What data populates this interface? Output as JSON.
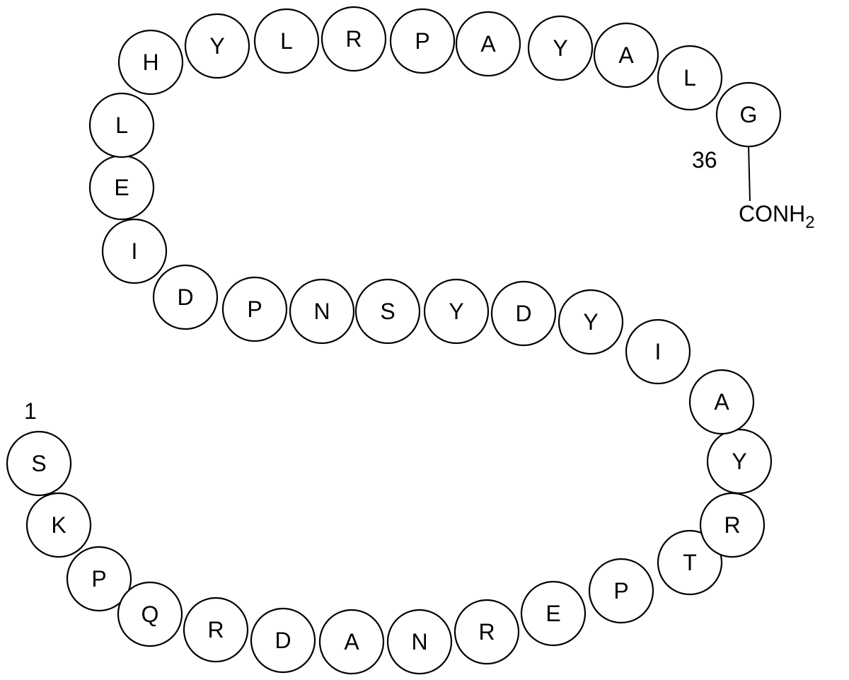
{
  "peptide": {
    "sequence": [
      "S",
      "K",
      "P",
      "Q",
      "R",
      "D",
      "A",
      "N",
      "R",
      "E",
      "P",
      "T",
      "R",
      "Y",
      "A",
      "I",
      "Y",
      "D",
      "Y",
      "S",
      "N",
      "P",
      "D",
      "I",
      "E",
      "L",
      "H",
      "Y",
      "L",
      "R",
      "P",
      "A",
      "Y",
      "A",
      "L",
      "G"
    ],
    "n_terminus_label": "1",
    "c_terminus_label": "36",
    "c_terminal_group": "CONH",
    "c_terminal_subscript": "2"
  }
}
